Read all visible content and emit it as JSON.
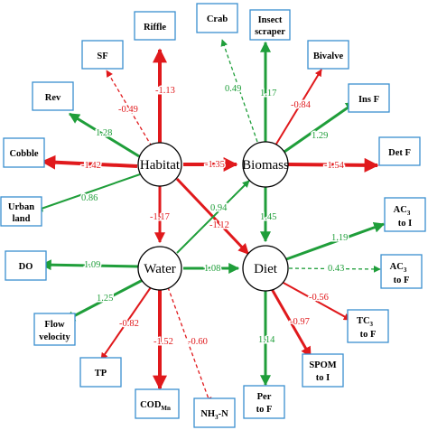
{
  "colors": {
    "positive": "#1f9e3a",
    "negative": "#e0191c",
    "box_border": "#3a8fd0"
  },
  "nodes": {
    "habitat": "Habitat",
    "biomass": "Biomass",
    "water": "Water",
    "diet": "Diet"
  },
  "boxes": {
    "riffle": "Riffle",
    "crab": "Crab",
    "insect_scraper_1": "Insect",
    "insect_scraper_2": "scraper",
    "bivalve": "Bivalve",
    "sf": "SF",
    "ins_f": "Ins F",
    "rev": "Rev",
    "det_f": "Det F",
    "cobble": "Cobble",
    "urban_land_1": "Urban",
    "urban_land_2": "land",
    "ac3_to_i_1": "AC",
    "ac3_to_i_sub": "3",
    "ac3_to_i_2": "to I",
    "do": "DO",
    "ac3_to_f_1": "AC",
    "ac3_to_f_sub": "3",
    "ac3_to_f_2": "to F",
    "flow_velocity_1": "Flow",
    "flow_velocity_2": "velocity",
    "tc3_to_f_1": "TC",
    "tc3_to_f_sub": "3",
    "tc3_to_f_2": "to F",
    "tp": "TP",
    "spom_to_i_1": "SPOM",
    "spom_to_i_2": "to I",
    "cod_main": "COD",
    "cod_sub": "Mn",
    "nh3n_a": "NH",
    "nh3n_sub": "3",
    "nh3n_b": "-N",
    "per_to_f_1": "Per",
    "per_to_f_2": "to F"
  },
  "coefficients": {
    "habitat_riffle": "-1.13",
    "habitat_sf": "-0.49",
    "habitat_rev": "1.28",
    "habitat_cobble": "-1.42",
    "habitat_urban": "0.86",
    "habitat_biomass": "-1.35",
    "habitat_water": "-1.17",
    "habitat_diet": "-1.12",
    "water_biomass": "0.94",
    "water_do": "1.09",
    "water_diet": "1.08",
    "water_flow": "1.25",
    "water_tp": "-0.82",
    "water_cod": "-1.52",
    "water_nh3": "-0.60",
    "biomass_crab": "0.49",
    "biomass_insect": "1.17",
    "biomass_bivalve": "-0.84",
    "biomass_insf": "1.29",
    "biomass_detf": "-1.54",
    "biomass_diet": "1.45",
    "diet_ac3toi": "1.19",
    "diet_ac3tof": "0.43",
    "diet_tc3tof": "-0.56",
    "diet_spom": "-0.97",
    "diet_perf": "1.14"
  }
}
